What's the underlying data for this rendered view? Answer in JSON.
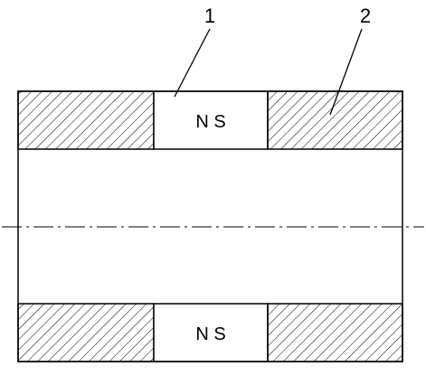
{
  "callouts": {
    "one": "1",
    "two": "2"
  },
  "magnets": {
    "top": "N S",
    "bottom": "N S"
  },
  "colors": {
    "stroke": "#000000",
    "background": "#ffffff"
  }
}
